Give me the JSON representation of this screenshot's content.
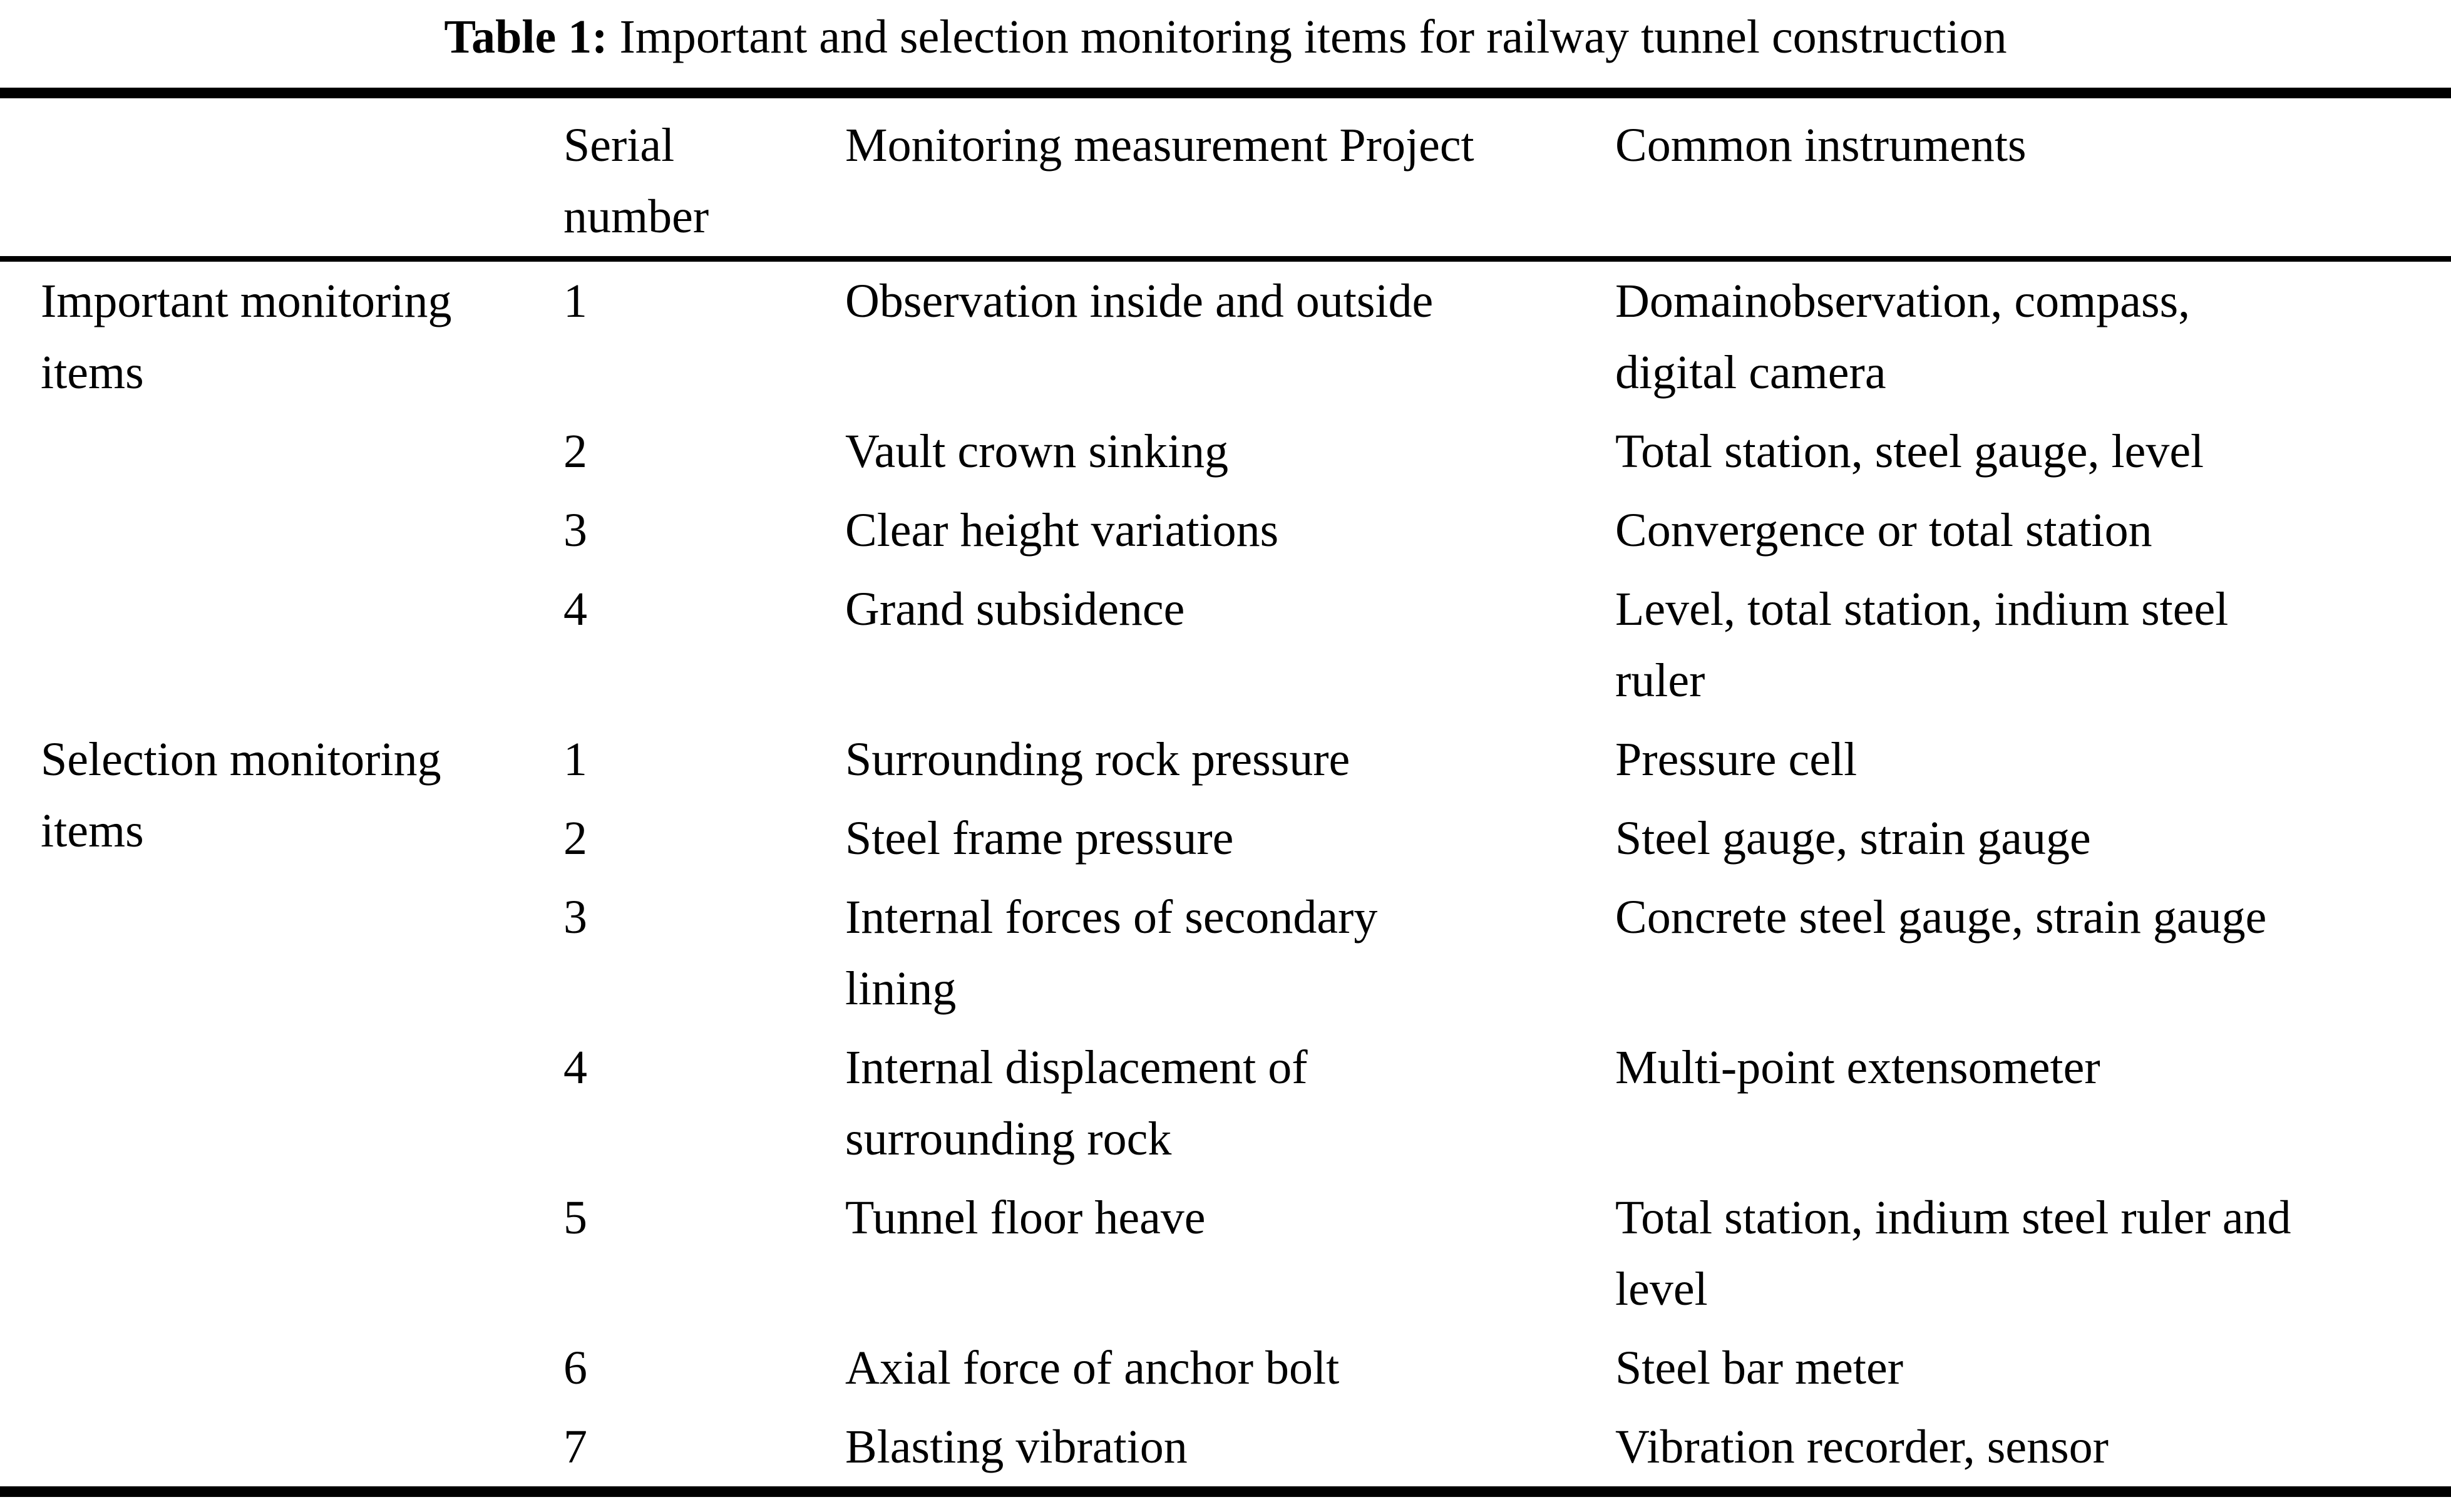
{
  "title": {
    "label": "Table 1:",
    "text": "Important and selection monitoring items for railway tunnel construction"
  },
  "table": {
    "headers": {
      "group": "",
      "serial": "Serial\nnumber",
      "project": "Monitoring measurement Project",
      "instruments": "Common instruments"
    },
    "groups": [
      {
        "label": "Important monitoring\nitems",
        "rows": [
          {
            "serial": "1",
            "project": "Observation inside and outside",
            "instruments": "Domainobservation, compass,\ndigital camera"
          },
          {
            "serial": "2",
            "project": "Vault crown sinking",
            "instruments": "Total station, steel gauge, level"
          },
          {
            "serial": "3",
            "project": "Clear height variations",
            "instruments": "Convergence or total station"
          },
          {
            "serial": "4",
            "project": "Grand subsidence",
            "instruments": "Level, total station, indium steel\nruler"
          }
        ]
      },
      {
        "label": "Selection monitoring\nitems",
        "rows": [
          {
            "serial": "1",
            "project": "Surrounding rock pressure",
            "instruments": "Pressure cell"
          },
          {
            "serial": "2",
            "project": "Steel frame pressure",
            "instruments": "Steel gauge, strain gauge"
          },
          {
            "serial": "3",
            "project": "Internal forces of secondary\nlining",
            "instruments": "Concrete steel gauge, strain gauge"
          },
          {
            "serial": "4",
            "project": "Internal displacement of\nsurrounding rock",
            "instruments": "Multi-point extensometer"
          },
          {
            "serial": "5",
            "project": "Tunnel floor heave",
            "instruments": "Total station, indium steel ruler and\nlevel"
          },
          {
            "serial": "6",
            "project": "Axial force of anchor bolt",
            "instruments": "Steel bar meter"
          },
          {
            "serial": "7",
            "project": "Blasting vibration",
            "instruments": "Vibration recorder, sensor"
          }
        ]
      }
    ]
  }
}
